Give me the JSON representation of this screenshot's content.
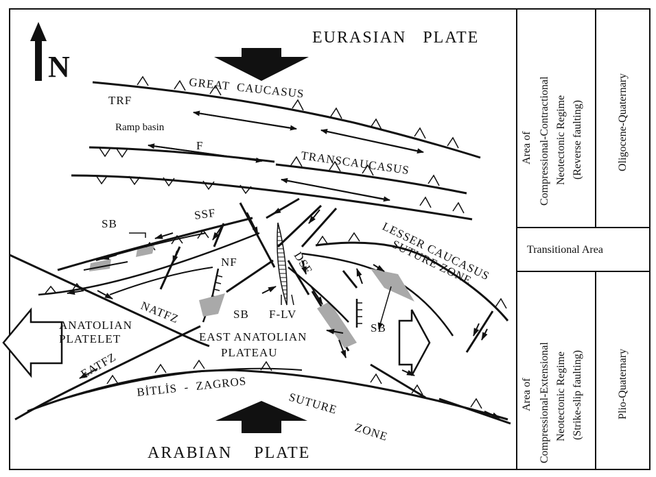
{
  "north": "N",
  "plates": {
    "eurasian": "EURASIAN   PLATE",
    "arabian": "ARABIAN    PLATE"
  },
  "regions": {
    "great_caucasus": "GREAT  CAUCASUS",
    "transcaucasus": "TRANSCAUCASUS",
    "lesser_caucasus_1": "LESSER CAUCASUS",
    "lesser_caucasus_2": "SUTURE ZONE",
    "anatolian_1": "ANATOLIAN",
    "anatolian_2": "PLATELET",
    "east_anatolian_1": "EAST ANATOLIAN",
    "east_anatolian_2": "PLATEAU",
    "bitlis": "BİTLİS  -  ZAGROS",
    "suture": "SUTURE",
    "zone": "ZONE"
  },
  "faults": {
    "trf": "TRF",
    "ramp_basin": "Ramp basin",
    "f": "F",
    "ssf": "SSF",
    "sb": "SB",
    "nf": "NF",
    "natfz": "NATFZ",
    "dsf": "DSF",
    "flv": "F-LV",
    "eatfz": "EATFZ"
  },
  "legend": {
    "upper_regime_1": "Area of",
    "upper_regime_2": "Compressional-Contractional",
    "upper_regime_3": "Neotectonic Regime",
    "upper_regime_4": "(Reverse faulting)",
    "upper_age": "Oligocene-Quaternary",
    "transitional": "Transitional Area",
    "lower_regime_1": "Area of",
    "lower_regime_2": "Compressional-Extensional",
    "lower_regime_3": "Neotectonic Regime",
    "lower_regime_4": "(Strike-slip faulting)",
    "lower_age": "Plio-Quaternary"
  },
  "colors": {
    "ink": "#111111",
    "basin_fill": "#a9a9a9",
    "paper": "#ffffff"
  }
}
